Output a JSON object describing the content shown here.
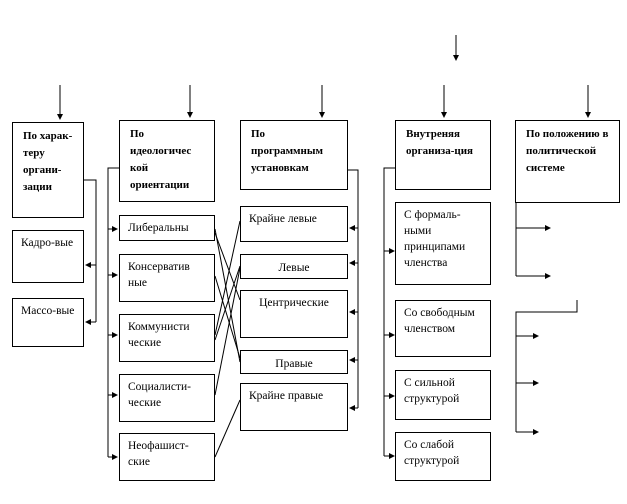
{
  "columns": [
    {
      "header": "По харак-теру органи-зации",
      "items": [
        "Кадро-вые",
        "Массо-вые"
      ]
    },
    {
      "header": "По идеологичес кой ориентации",
      "items": [
        "Либеральны",
        "Консерватив ные",
        "Коммунисти ческие",
        "Социалисти-ческие",
        "Неофашист-ские"
      ]
    },
    {
      "header": "По программным установкам",
      "items": [
        "Крайне левые",
        "Левые",
        "Центрические",
        "Правые",
        "Крайне правые"
      ]
    },
    {
      "header": "Внутреняя организа-ция",
      "items": [
        "С формаль-ными принципами членства",
        "Со свободным членством",
        "С сильной структурой",
        "Со слабой структурой"
      ]
    },
    {
      "header": "По положению в политической системе",
      "items": []
    }
  ]
}
